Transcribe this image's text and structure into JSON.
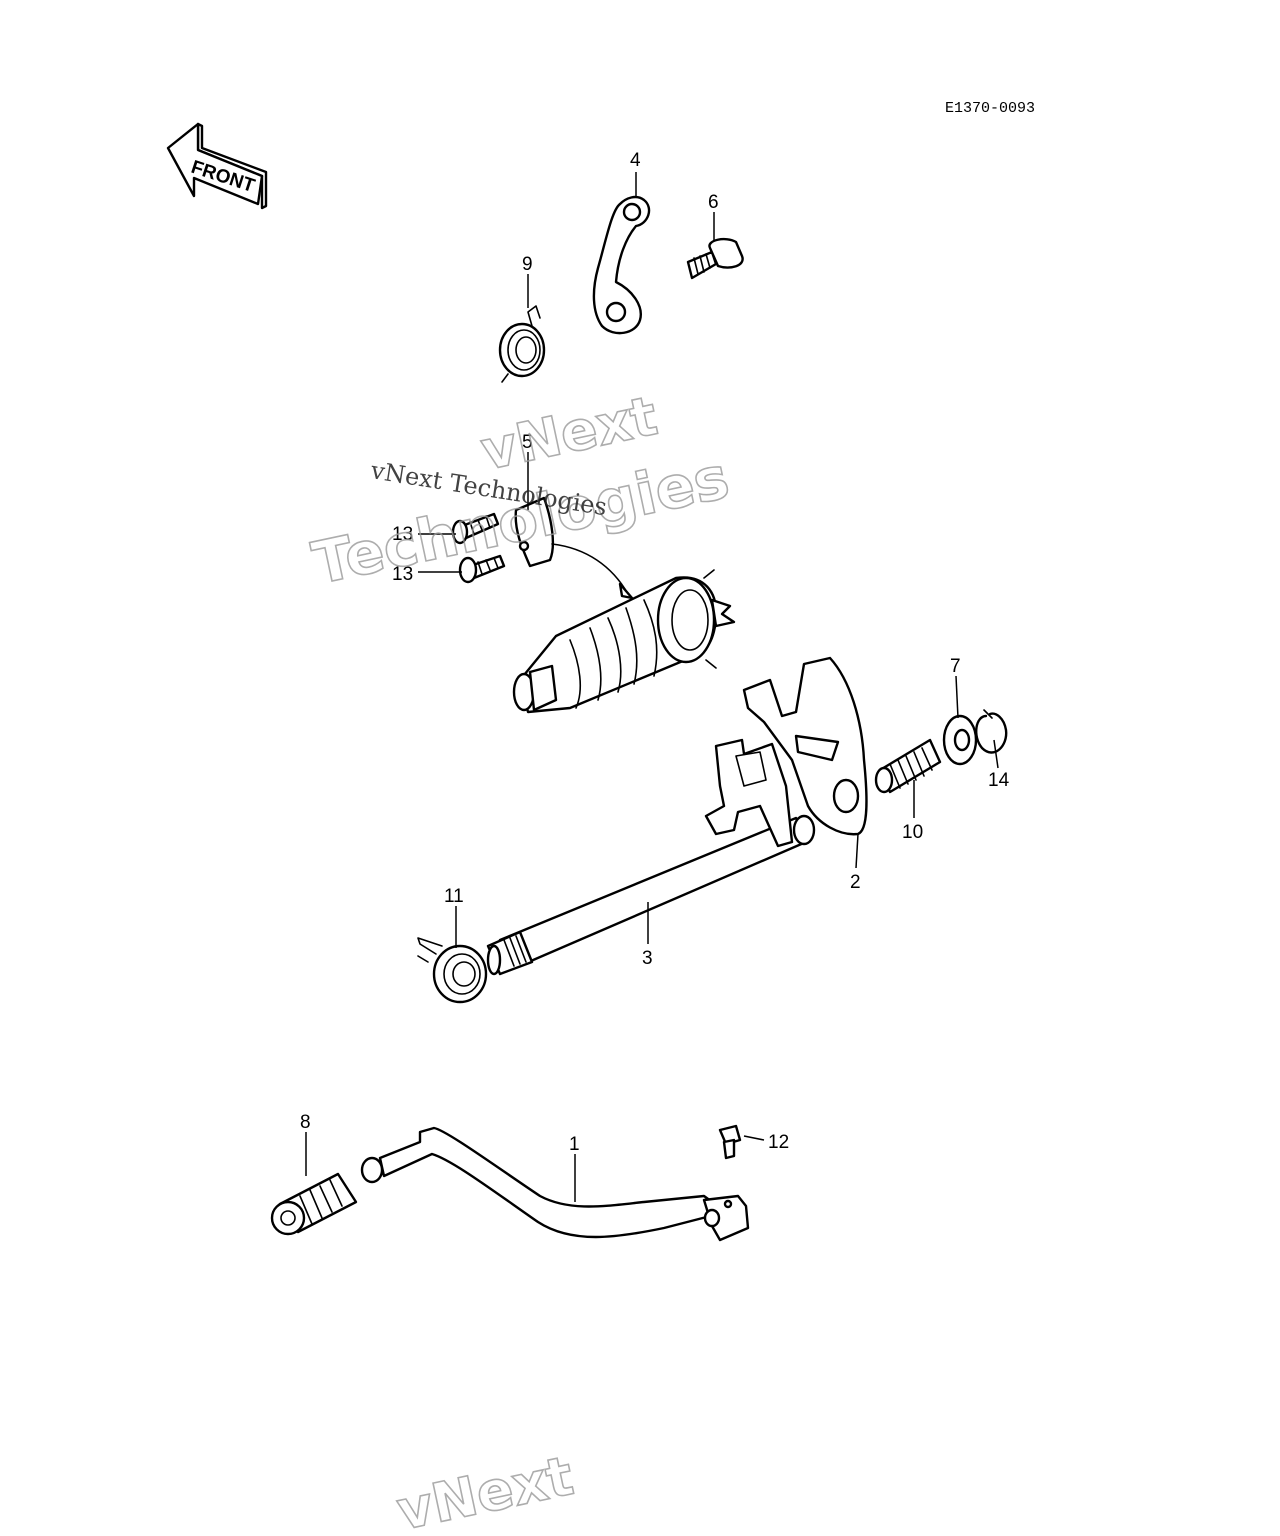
{
  "diagram": {
    "code": "E1370-0093",
    "direction_label": "FRONT",
    "watermark": {
      "line1": "vNext",
      "line2": "Technologies",
      "serif": "vNext Technologies",
      "bottom": "vNext"
    },
    "callouts": [
      "1",
      "2",
      "3",
      "4",
      "5",
      "6",
      "7",
      "8",
      "9",
      "10",
      "11",
      "12",
      "13",
      "13",
      "14"
    ]
  }
}
